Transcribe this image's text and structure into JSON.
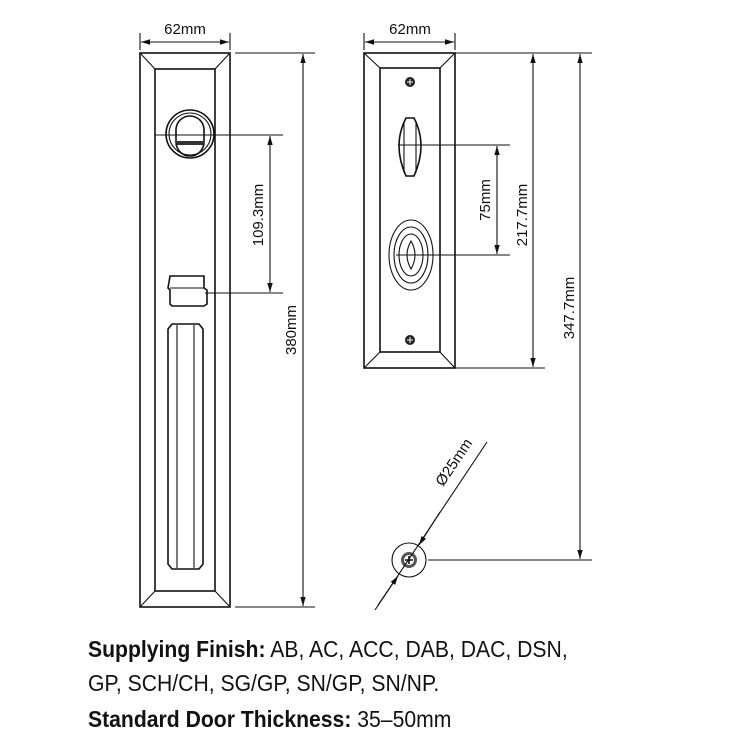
{
  "left_view": {
    "width_label": "62mm",
    "height_label": "380mm",
    "spacing_label": "109.3mm"
  },
  "right_view": {
    "width_label": "62mm",
    "plate_height_label": "217.7mm",
    "spacing_label": "75mm",
    "total_height_label": "347.7mm",
    "rosette_diameter_label": "Ø25mm"
  },
  "specs": {
    "finish_label": "Supplying Finish:",
    "finish_values_line1": "AB, AC, ACC, DAB, DAC, DSN,",
    "finish_values_line2": "GP, SCH/CH, SG/GP, SN/GP, SN/NP.",
    "thickness_label": "Standard Door Thickness:",
    "thickness_value": "35–50mm"
  }
}
